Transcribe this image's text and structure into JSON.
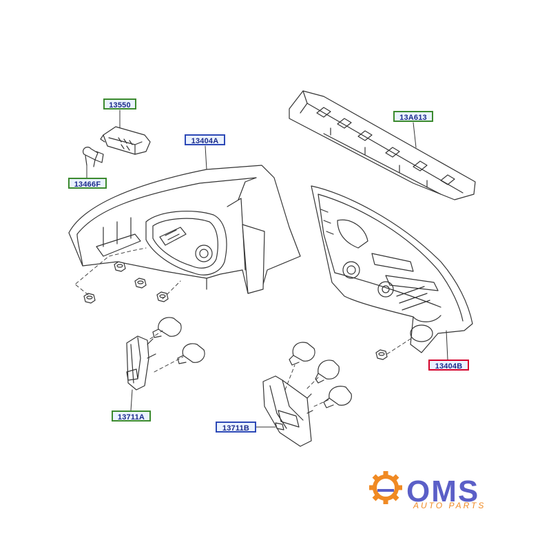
{
  "callouts": {
    "c13550": "13550",
    "c13466F": "13466F",
    "c13404A": "13404A",
    "c13A613": "13A613",
    "c13404B": "13404B",
    "c13711A": "13711A",
    "c13711B": "13711B"
  },
  "logo": {
    "name": "OMS",
    "tagline": "AUTO PARTS",
    "colors": {
      "gear": "#f08a24",
      "text": "#5b5fc7",
      "tagline": "#f08a24"
    }
  },
  "colors": {
    "line": "#333333",
    "callout_fill": "#eaf2ff",
    "callout_green": "#3b8a2e",
    "callout_blue": "#2c48b6",
    "callout_red": "#d4002a",
    "callout_text": "#1a2a8a"
  }
}
